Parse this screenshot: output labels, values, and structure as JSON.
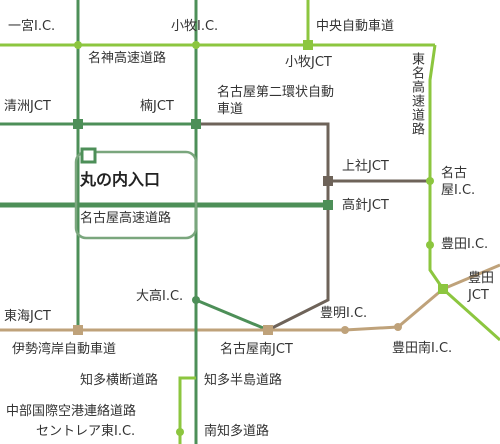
{
  "colors": {
    "green_dark": "#4d8f58",
    "green_light": "#8cc63f",
    "brown_dark": "#6e6359",
    "tan": "#bfa27a",
    "highlight_box": "#7aa67d"
  },
  "labels": {
    "ichinomiya_ic": "一宮I.C.",
    "komaki_ic": "小牧I.C.",
    "chuo_expressway": "中央自動車道",
    "meishin_expressway": "名神高速道路",
    "komaki_jct": "小牧JCT",
    "tomei_expressway": "東名高速道路",
    "kiyosu_jct": "清洲JCT",
    "kusunoki_jct": "楠JCT",
    "nagoya_second_ring": "名古屋第二環状自動車道",
    "marunouchi_entrance": "丸の内入口",
    "kamiyashiro_jct": "上社JCT",
    "nagoya_ic": "名古屋I.C.",
    "nagoya_expressway": "名古屋高速道路",
    "takabari_jct": "高針JCT",
    "toyota_ic": "豊田I.C.",
    "toyota_jct": "豊田JCT",
    "tokai_jct": "東海JCT",
    "toyoake_ic": "豊明I.C.",
    "odaka_ic": "大高I.C.",
    "toyota_minami_ic": "豊田南I.C.",
    "isewangan_expressway": "伊勢湾岸自動車道",
    "nagoya_minami_jct": "名古屋南JCT",
    "chita_odan_road": "知多横断道路",
    "chita_hanto_road": "知多半島道路",
    "chubu_airport_road": "中部国際空港連絡道路",
    "centrair_higashi_ic": "セントレア東I.C.",
    "minami_chita_road": "南知多道路"
  }
}
